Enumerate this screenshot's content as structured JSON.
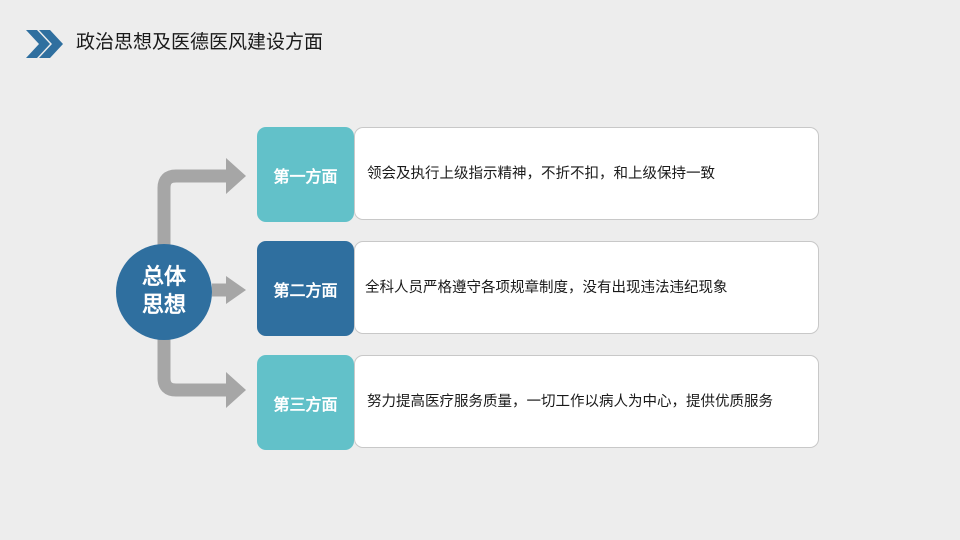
{
  "header": {
    "title": "政治思想及医德医风建设方面",
    "icon": "double-chevron-right-icon",
    "icon_color": "#2f6f9f"
  },
  "hub": {
    "line1": "总体",
    "line2": "思想",
    "color": "#2f6f9f"
  },
  "rows": [
    {
      "tag": "第一方面",
      "text": "领会及执行上级指示精神，不折不扣，和上级保持一致",
      "color": "#62c1c9"
    },
    {
      "tag": "第二方面",
      "text": "全科人员严格遵守各项规章制度，没有出现违法违纪现象",
      "color": "#2f6f9f"
    },
    {
      "tag": "第三方面",
      "text": "努力提高医疗服务质量，一切工作以病人为中心，提供优质服务",
      "color": "#62c1c9"
    }
  ],
  "connector_color": "#a6a6a6"
}
